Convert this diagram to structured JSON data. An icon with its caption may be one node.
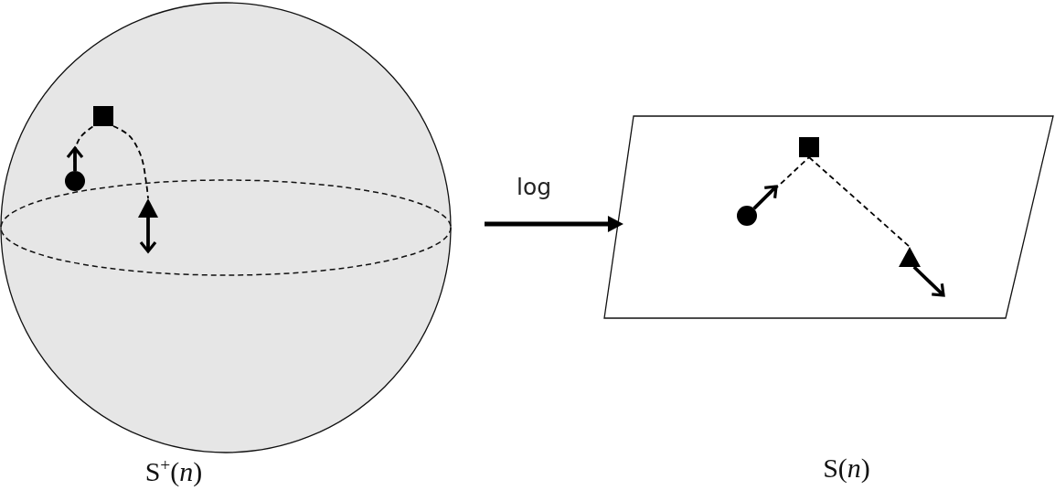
{
  "diagram": {
    "nodes": [
      {
        "text": [],
        "shape": "sphere",
        "beside": [
          "S$^{+}$(*n*)"
        ]
      },
      {
        "text": [],
        "shape": "parallelogram"
      },
      {
        "text": [],
        "shape": "square",
        "in": 0
      },
      {
        "text": [],
        "shape": "circle",
        "in": 0
      },
      {
        "text": [],
        "shape": "triangle",
        "in": 0
      },
      {
        "text": [],
        "shape": "square",
        "in": 1
      },
      {
        "text": [],
        "shape": "circle",
        "in": 1
      },
      {
        "text": [],
        "shape": "triangle",
        "in": 1
      }
    ],
    "edges": [
      {
        "from": 0,
        "to": 1,
        "arrow": "to",
        "label": "log"
      },
      {
        "from": 3,
        "to": 2,
        "arrow": "none",
        "style": "dashed"
      },
      {
        "from": 2,
        "to": 4,
        "arrow": "none",
        "style": "dashed"
      },
      {
        "from": 3,
        "to": null,
        "arrow": "to"
      },
      {
        "from": 4,
        "to": null,
        "arrow": "to"
      },
      {
        "from": 6,
        "to": 5,
        "arrow": "none",
        "style": "dashed"
      },
      {
        "from": 5,
        "to": 7,
        "arrow": "none",
        "style": "dashed"
      },
      {
        "from": 6,
        "to": null,
        "arrow": "to"
      },
      {
        "from": 7,
        "to": null,
        "arrow": "to"
      }
    ],
    "labels": [
      "S(*n*)"
    ]
  }
}
